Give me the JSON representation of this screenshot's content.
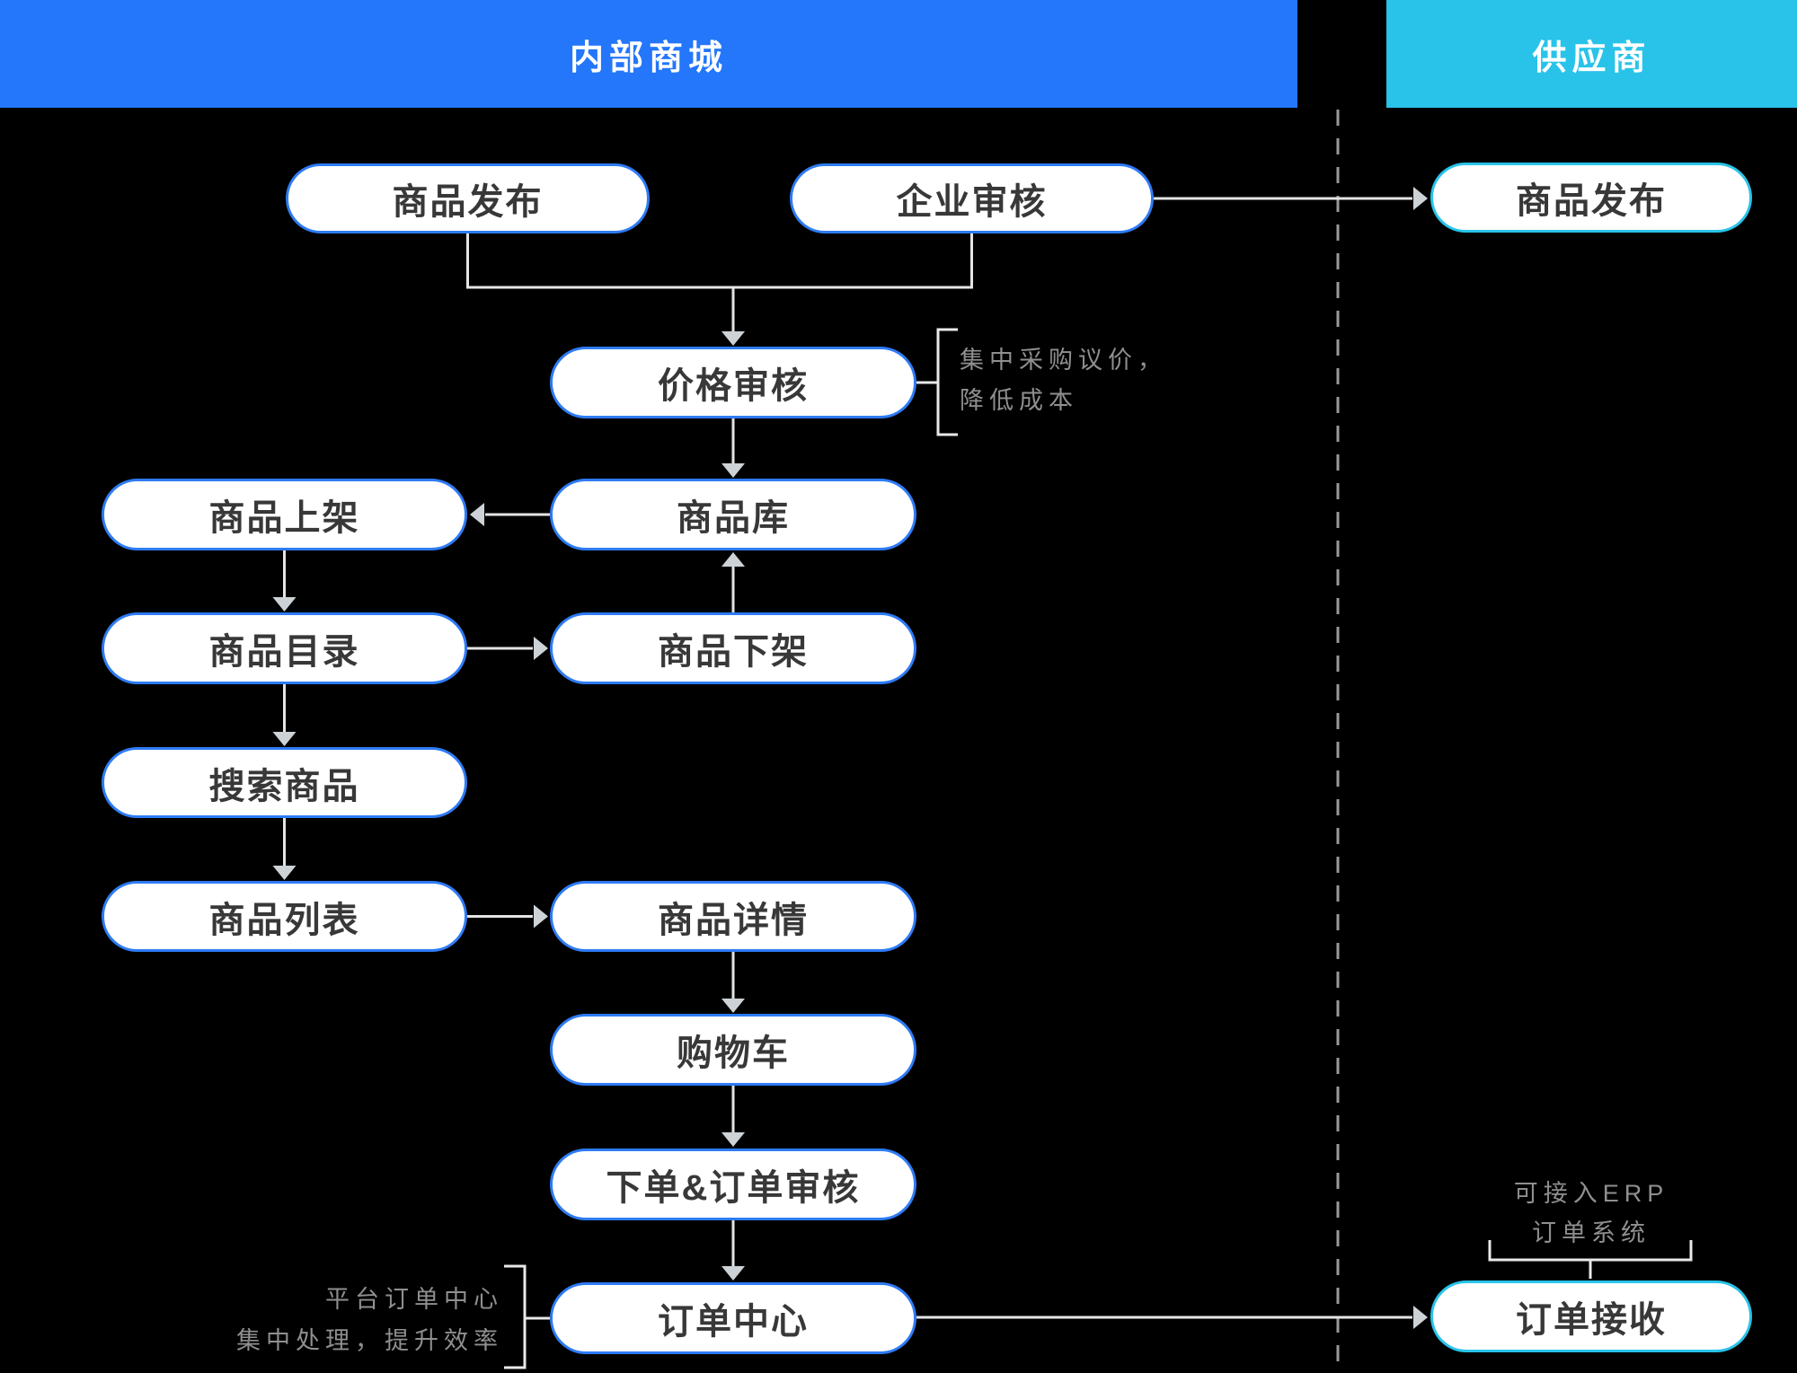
{
  "colors": {
    "background": "#000000",
    "internal_header_bg": "#2476FA",
    "supplier_header_bg": "#29C3E9",
    "internal_node_border": "#2E7BF5",
    "supplier_node_border": "#29C3E9",
    "node_bg": "#FFFFFF",
    "node_text": "#383838",
    "header_text": "#FFFFFF",
    "annotation_text": "#8F8F8F",
    "connector": "#E4E4E4",
    "arrowhead": "#CDD2D6",
    "bracket": "#E9E9E9",
    "divider": "#9A9A9A"
  },
  "headers": {
    "internal": "内部商城",
    "supplier": "供应商"
  },
  "nodes": [
    {
      "id": "product-publish-internal",
      "label": "商品发布",
      "group": "internal"
    },
    {
      "id": "enterprise-review",
      "label": "企业审核",
      "group": "internal"
    },
    {
      "id": "product-publish-supplier",
      "label": "商品发布",
      "group": "supplier"
    },
    {
      "id": "price-review",
      "label": "价格审核",
      "group": "internal"
    },
    {
      "id": "product-listing",
      "label": "商品上架",
      "group": "internal"
    },
    {
      "id": "product-library",
      "label": "商品库",
      "group": "internal"
    },
    {
      "id": "product-catalog",
      "label": "商品目录",
      "group": "internal"
    },
    {
      "id": "product-delisting",
      "label": "商品下架",
      "group": "internal"
    },
    {
      "id": "search-products",
      "label": "搜索商品",
      "group": "internal"
    },
    {
      "id": "product-list",
      "label": "商品列表",
      "group": "internal"
    },
    {
      "id": "product-detail",
      "label": "商品详情",
      "group": "internal"
    },
    {
      "id": "shopping-cart",
      "label": "购物车",
      "group": "internal"
    },
    {
      "id": "order-and-review",
      "label": "下单&订单审核",
      "group": "internal"
    },
    {
      "id": "order-center",
      "label": "订单中心",
      "group": "internal"
    },
    {
      "id": "order-receive",
      "label": "订单接收",
      "group": "supplier"
    }
  ],
  "annotations": [
    {
      "id": "price-review-note",
      "lines": [
        "集中采购议价，",
        "降低成本"
      ]
    },
    {
      "id": "order-center-note",
      "lines": [
        "平台订单中心",
        "集中处理，提升效率"
      ]
    },
    {
      "id": "erp-note",
      "lines": [
        "可接入ERP",
        "订单系统"
      ]
    }
  ]
}
